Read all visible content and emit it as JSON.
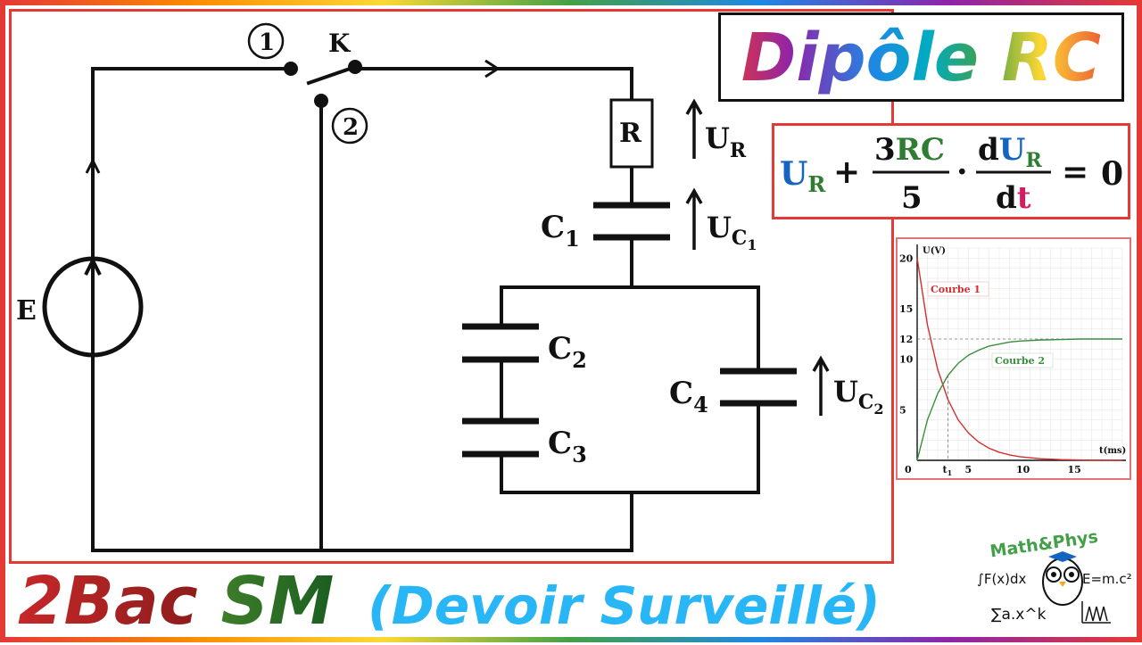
{
  "title": "Dipôle RC",
  "bottom": {
    "level": "2Bac",
    "track": "SM",
    "subtitle": "(Devoir Surveillé)"
  },
  "circuit": {
    "source_label": "E",
    "switch_label": "K",
    "position_1": "1",
    "position_2": "2",
    "resistor_label": "R",
    "c1_label": "C",
    "c1_sub": "1",
    "c2_label": "C",
    "c2_sub": "2",
    "c3_label": "C",
    "c3_sub": "3",
    "c4_label": "C",
    "c4_sub": "4",
    "ur_label": "U",
    "ur_sub": "R",
    "uc1_label": "U",
    "uc1_sub": "C",
    "uc1_subsub": "1",
    "uc2_label": "U",
    "uc2_sub": "C",
    "uc2_subsub": "2"
  },
  "equation": {
    "term1": "U",
    "term1_sub": "R",
    "plus": "+",
    "num_coef": "3",
    "num_rc": "RC",
    "den": "5",
    "dot": "·",
    "deriv_num_d": "d",
    "deriv_num_u": "U",
    "deriv_num_sub": "R",
    "deriv_den_d": "d",
    "deriv_den_t": "t",
    "equals": "=",
    "rhs": "0"
  },
  "chart_data": {
    "type": "line",
    "xlabel": "t(ms)",
    "ylabel": "U(V)",
    "xlim": [
      0,
      20
    ],
    "ylim": [
      0,
      21
    ],
    "x_ticks": [
      "5",
      "10",
      "15"
    ],
    "x_tick_values": [
      5,
      10,
      15
    ],
    "y_ticks": [
      "5",
      "10",
      "12",
      "15",
      "20"
    ],
    "y_tick_values": [
      5,
      10,
      12,
      15,
      20
    ],
    "origin_label": "0",
    "t1_label": "t",
    "t1_sub": "1",
    "t1_value": 3,
    "grid": true,
    "series": [
      {
        "name": "Courbe 1",
        "color": "#d32f2f",
        "x": [
          0,
          1,
          2,
          3,
          4,
          5,
          6,
          7,
          8,
          9,
          10,
          12,
          14,
          16,
          18,
          20
        ],
        "values": [
          20,
          13.4,
          9.0,
          6.0,
          4.0,
          2.7,
          1.8,
          1.2,
          0.8,
          0.54,
          0.36,
          0.16,
          0.07,
          0.03,
          0.01,
          0.0
        ]
      },
      {
        "name": "Courbe 2",
        "color": "#388e3c",
        "x": [
          0,
          1,
          2,
          3,
          4,
          5,
          6,
          7,
          8,
          9,
          10,
          12,
          14,
          16,
          18,
          20
        ],
        "values": [
          0,
          4.0,
          6.6,
          8.4,
          9.6,
          10.4,
          10.9,
          11.3,
          11.5,
          11.7,
          11.8,
          11.9,
          11.95,
          12.0,
          12.0,
          12.0
        ]
      }
    ],
    "asymptote": 12
  },
  "logo": {
    "brand": "Math&Phys",
    "formula_left": "∫F(x)dx",
    "formula_right": "E=m.c²",
    "formula_bottom": "∑a.x^k"
  },
  "colors": {
    "frame": "#e53935",
    "wire": "#111111",
    "eq_blue": "#1565c0",
    "eq_green": "#2e7d32",
    "eq_magenta": "#d81b60"
  }
}
